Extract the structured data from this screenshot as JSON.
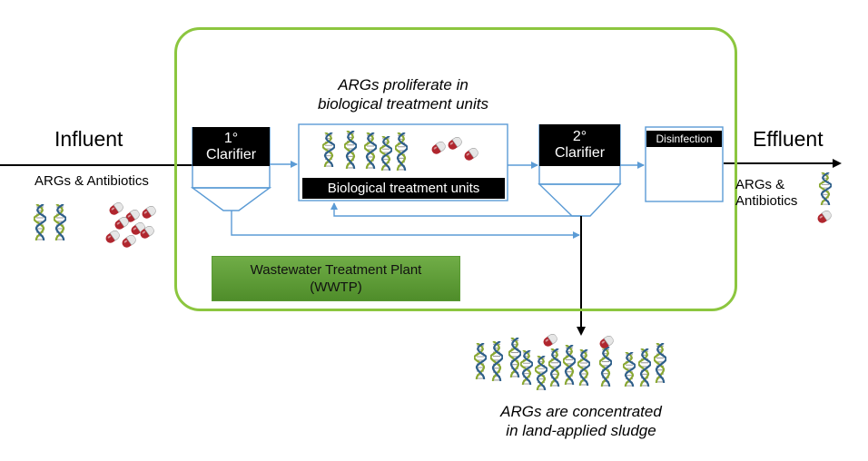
{
  "influent": {
    "title": "Influent",
    "contents": "ARGs & Antibiotics"
  },
  "effluent": {
    "title": "Effluent",
    "contents_line1": "ARGs &",
    "contents_line2": "Antibiotics"
  },
  "primary_clarifier": {
    "line1": "1°",
    "line2": "Clarifier"
  },
  "biological_units": {
    "label": "Biological treatment units",
    "caption_line1": "ARGs proliferate in",
    "caption_line2": "biological treatment units"
  },
  "secondary_clarifier": {
    "line1": "2°",
    "line2": "Clarifier"
  },
  "disinfection": {
    "label": "Disinfection"
  },
  "plant": {
    "line1": "Wastewater Treatment Plant",
    "line2": "(WWTP)"
  },
  "sludge": {
    "caption_line1": "ARGs are concentrated",
    "caption_line2": "in land-applied sludge"
  },
  "colors": {
    "plant_border": "#8cc63f",
    "flow_line": "#5b9bd5",
    "main_arrow": "#000000",
    "wwtp_fill": "#70ad47",
    "capsule_red": "#b0262e",
    "dna_green": "#8aa832",
    "dna_blue": "#2e5f8a"
  },
  "icons": [
    "dna-icon",
    "antibiotic-capsule-icon"
  ]
}
